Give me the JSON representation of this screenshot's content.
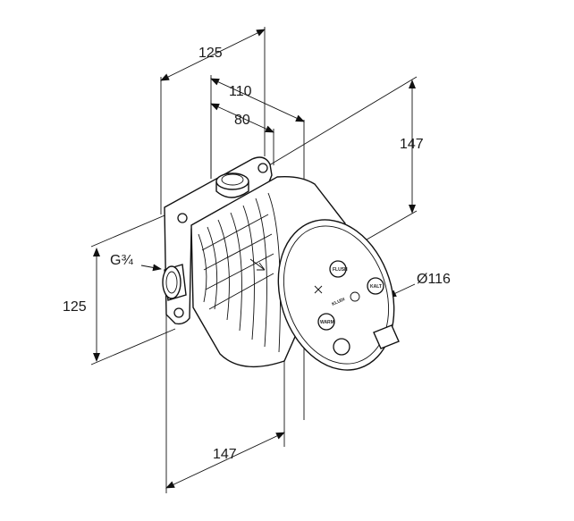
{
  "dimensions": {
    "top_width_125": "125",
    "top_width_110": "110",
    "top_width_80": "80",
    "height_147_right": "147",
    "left_height_125": "125",
    "bottom_width_147": "147",
    "thread_label": "G¾",
    "diameter_label": "Ø116"
  },
  "product_text": {
    "brand": "KLUDI",
    "label_flush": "FLUSH",
    "label_kalt": "KALT",
    "label_warm": "WARM"
  }
}
